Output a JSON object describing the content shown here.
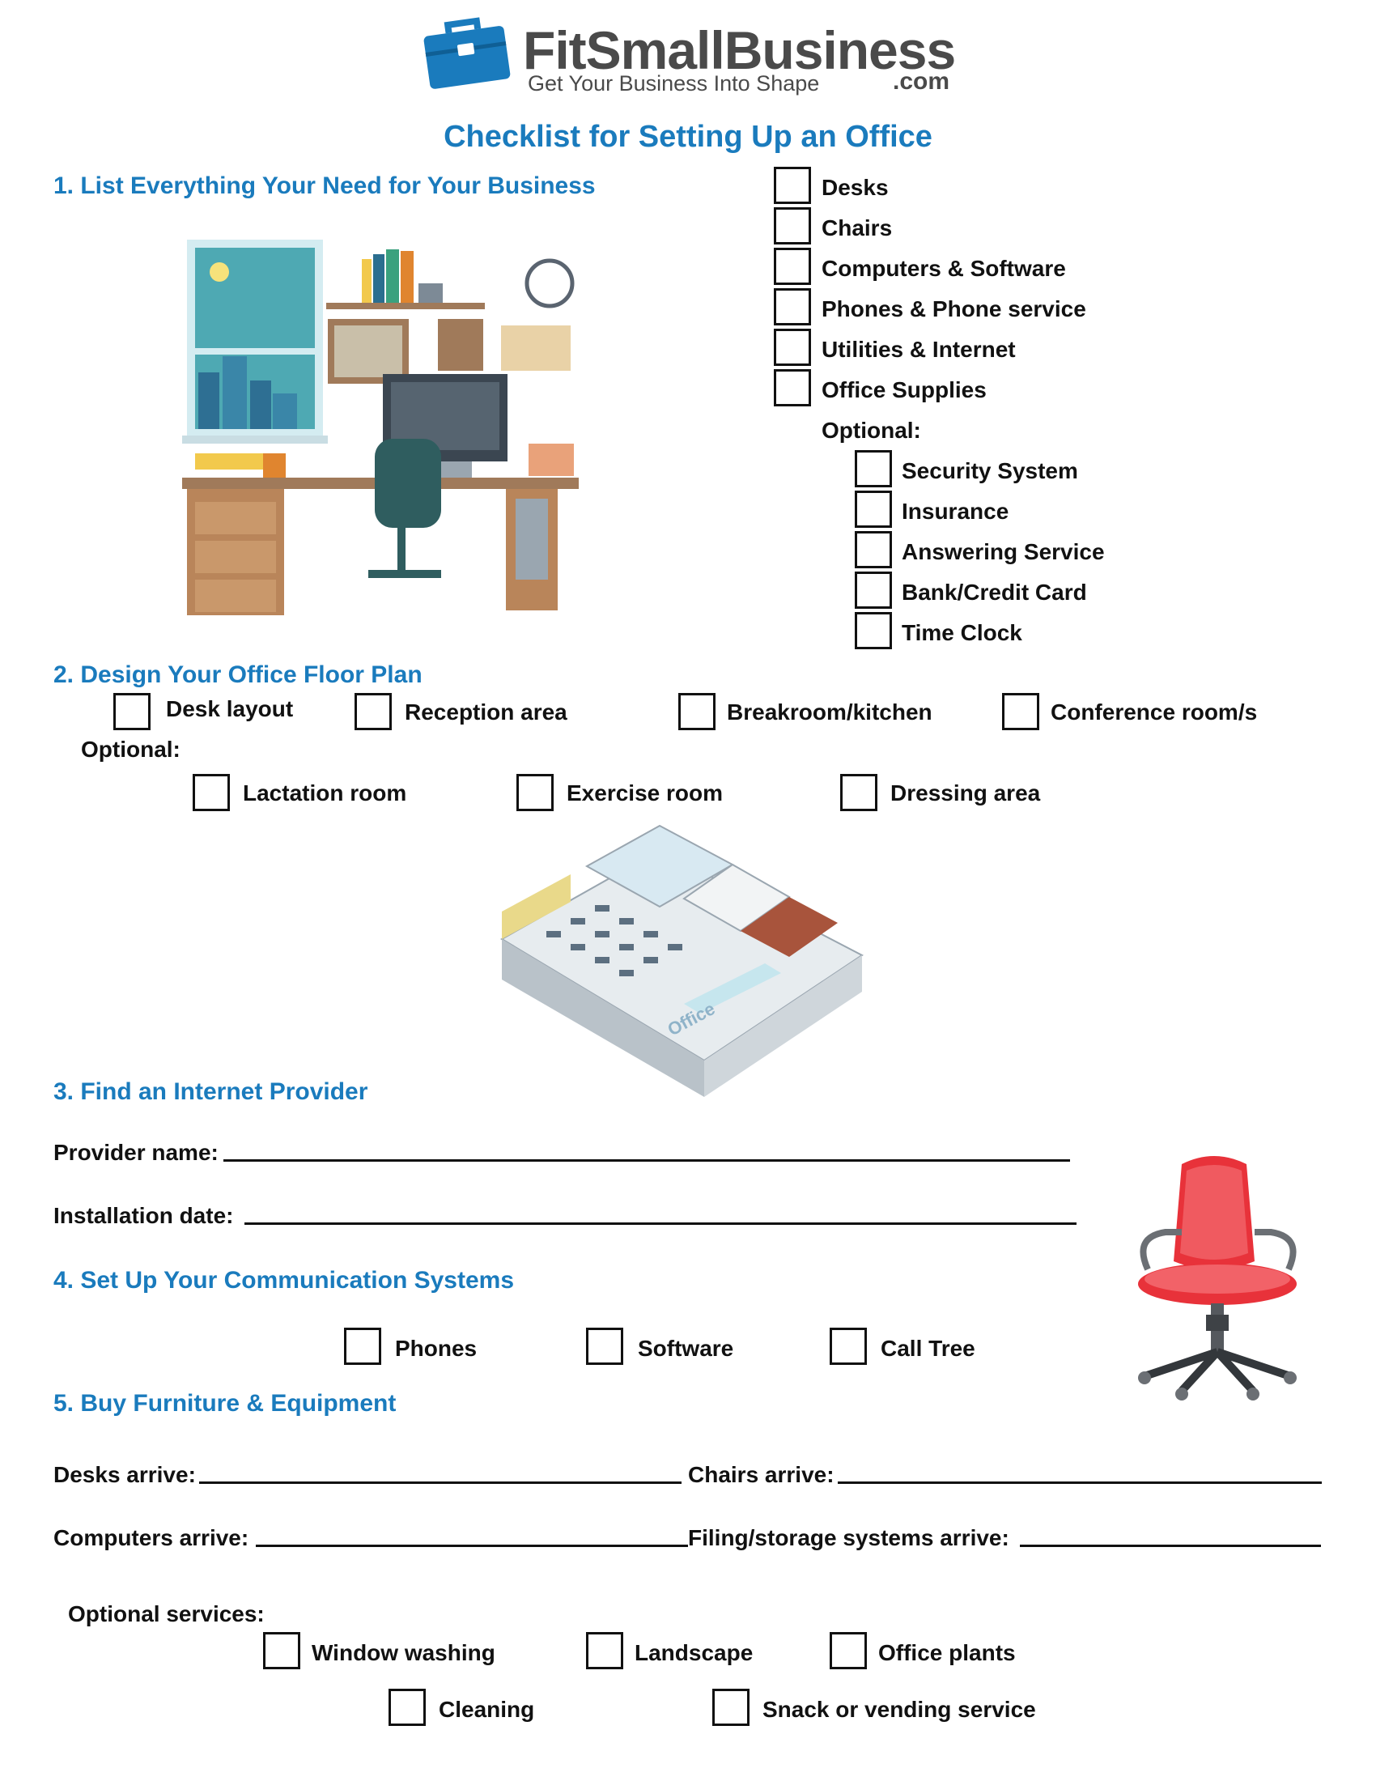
{
  "header": {
    "logo_main": "FitSmallBusiness",
    "logo_com": ".com",
    "logo_tagline": "Get Your Business Into Shape",
    "title": "Checklist for Setting Up an Office"
  },
  "colors": {
    "accent": "#1a7bbd",
    "logo_gray": "#4a4a4a",
    "chair_red": "#e8323a"
  },
  "section1": {
    "heading": "1. List Everything Your Need for Your Business",
    "items": [
      "Desks",
      "Chairs",
      "Computers & Software",
      "Phones & Phone service",
      "Utilities & Internet",
      "Office Supplies"
    ],
    "optional_label": "Optional:",
    "optional_items": [
      "Security System",
      "Insurance",
      "Answering Service",
      "Bank/Credit Card",
      "Time Clock"
    ]
  },
  "section2": {
    "heading": "2. Design Your Office Floor Plan",
    "items": [
      "Desk layout",
      "Reception area",
      "Breakroom/kitchen",
      "Conference room/s"
    ],
    "optional_label": "Optional:",
    "optional_items": [
      "Lactation room",
      "Exercise room",
      "Dressing area"
    ],
    "illustration_text": "Office"
  },
  "section3": {
    "heading": "3. Find an Internet Provider",
    "provider_label": "Provider name:",
    "installation_label": "Installation date:"
  },
  "section4": {
    "heading": "4. Set Up Your Communication Systems",
    "items": [
      "Phones",
      "Software",
      "Call Tree"
    ]
  },
  "section5": {
    "heading": "5. Buy Furniture & Equipment",
    "desks_label": "Desks arrive:",
    "chairs_label": "Chairs arrive:",
    "computers_label": "Computers arrive:",
    "filing_label": "Filing/storage systems arrive:",
    "optional_label": "Optional services:",
    "optional_items": [
      "Window washing",
      "Landscape",
      "Office plants",
      "Cleaning",
      "Snack or vending service"
    ]
  },
  "icons": [
    "briefcase-logo-icon",
    "office-desk-illustration",
    "office-floor-plan-illustration",
    "office-chair-illustration"
  ]
}
